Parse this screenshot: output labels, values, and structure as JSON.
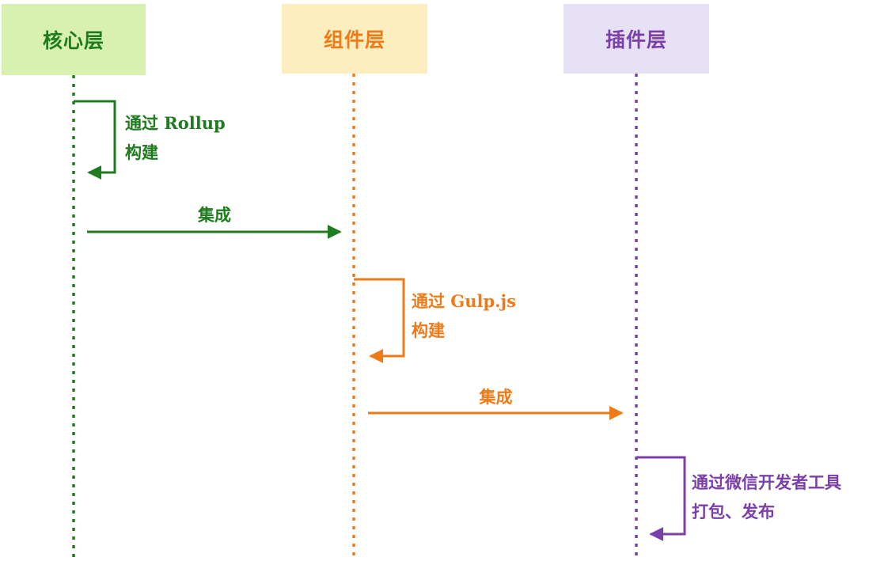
{
  "diagram": {
    "type": "sequence-diagram",
    "lanes": [
      {
        "id": "core",
        "label": "核心层",
        "header_bg": "#d8f1b0",
        "accent": "#1e7b1e"
      },
      {
        "id": "component",
        "label": "组件层",
        "header_bg": "#fdeec0",
        "accent": "#ee7b17"
      },
      {
        "id": "plugin",
        "label": "插件层",
        "header_bg": "#e7e1f6",
        "accent": "#7b3fa9"
      }
    ],
    "actions": [
      {
        "type": "self-loop",
        "lane": "core",
        "label": "通过 Rollup\n构建"
      },
      {
        "type": "message",
        "from": "core",
        "to": "component",
        "label": "集成"
      },
      {
        "type": "self-loop",
        "lane": "component",
        "label": "通过 Gulp.js\n构建"
      },
      {
        "type": "message",
        "from": "component",
        "to": "plugin",
        "label": "集成"
      },
      {
        "type": "self-loop",
        "lane": "plugin",
        "label": "通过微信开发者工具\n打包、发布"
      }
    ]
  }
}
